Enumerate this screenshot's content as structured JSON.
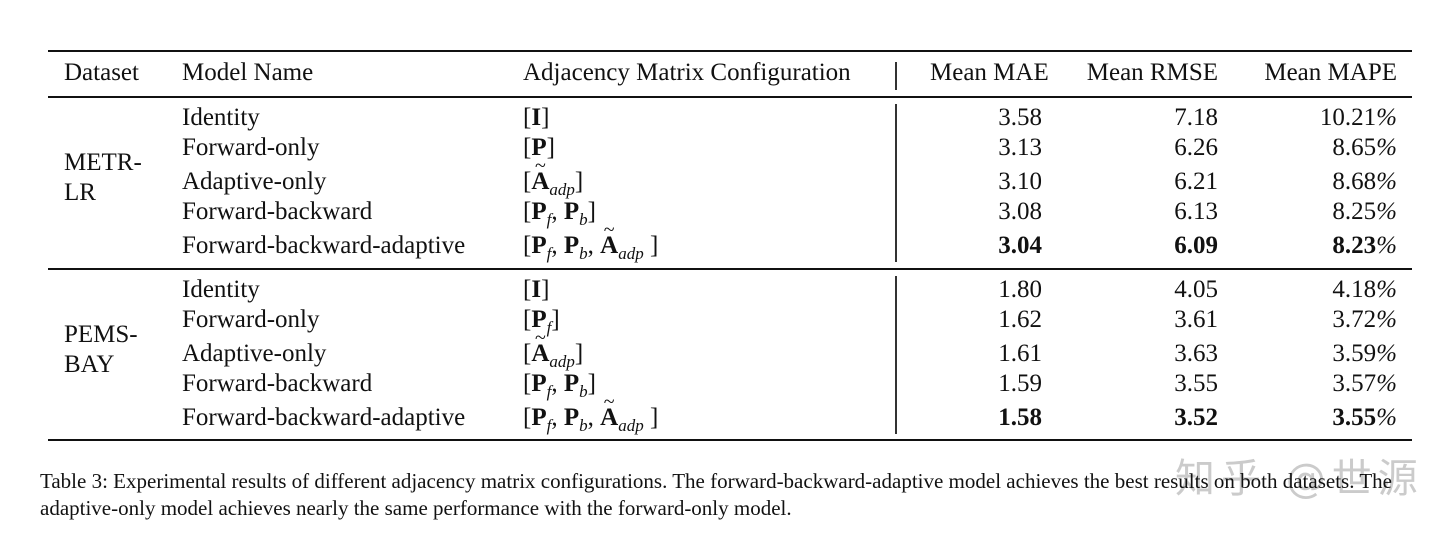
{
  "table": {
    "headers": {
      "dataset": "Dataset",
      "model": "Model Name",
      "config": "Adjacency Matrix Configuration",
      "mae": "Mean MAE",
      "rmse": "Mean RMSE",
      "mape": "Mean MAPE"
    },
    "groups": [
      {
        "dataset_line1": "METR-",
        "dataset_line2": "LR",
        "rows": [
          {
            "model": "Identity",
            "mae": "3.58",
            "rmse": "7.18",
            "mape_num": "10.21",
            "pct": "%"
          },
          {
            "model": "Forward-only",
            "mae": "3.13",
            "rmse": "6.26",
            "mape_num": "8.65",
            "pct": "%"
          },
          {
            "model": "Adaptive-only",
            "mae": "3.10",
            "rmse": "6.21",
            "mape_num": "8.68",
            "pct": "%"
          },
          {
            "model": "Forward-backward",
            "mae": "3.08",
            "rmse": "6.13",
            "mape_num": "8.25",
            "pct": "%"
          },
          {
            "model": "Forward-backward-adaptive",
            "mae": "3.04",
            "rmse": "6.09",
            "mape_num": "8.23",
            "pct": "%"
          }
        ]
      },
      {
        "dataset_line1": "PEMS-",
        "dataset_line2": "BAY",
        "rows": [
          {
            "model": "Identity",
            "mae": "1.80",
            "rmse": "4.05",
            "mape_num": "4.18",
            "pct": "%"
          },
          {
            "model": "Forward-only",
            "mae": "1.62",
            "rmse": "3.61",
            "mape_num": "3.72",
            "pct": "%"
          },
          {
            "model": "Adaptive-only",
            "mae": "1.61",
            "rmse": "3.63",
            "mape_num": "3.59",
            "pct": "%"
          },
          {
            "model": "Forward-backward",
            "mae": "1.59",
            "rmse": "3.55",
            "mape_num": "3.57",
            "pct": "%"
          },
          {
            "model": "Forward-backward-adaptive",
            "mae": "1.58",
            "rmse": "3.52",
            "mape_num": "3.55",
            "pct": "%"
          }
        ]
      }
    ],
    "math": {
      "lbr": "[",
      "rbr": "]",
      "I": "I",
      "P": "P",
      "A": "A",
      "f": "f",
      "b": "b",
      "adp": "adp",
      "sep": ", "
    }
  },
  "caption": "Table 3: Experimental results of different adjacency matrix configurations. The forward-backward-adaptive model achieves the best results on both datasets. The adaptive-only model achieves nearly the same performance with the forward-only model.",
  "watermark": "知乎 @世源"
}
